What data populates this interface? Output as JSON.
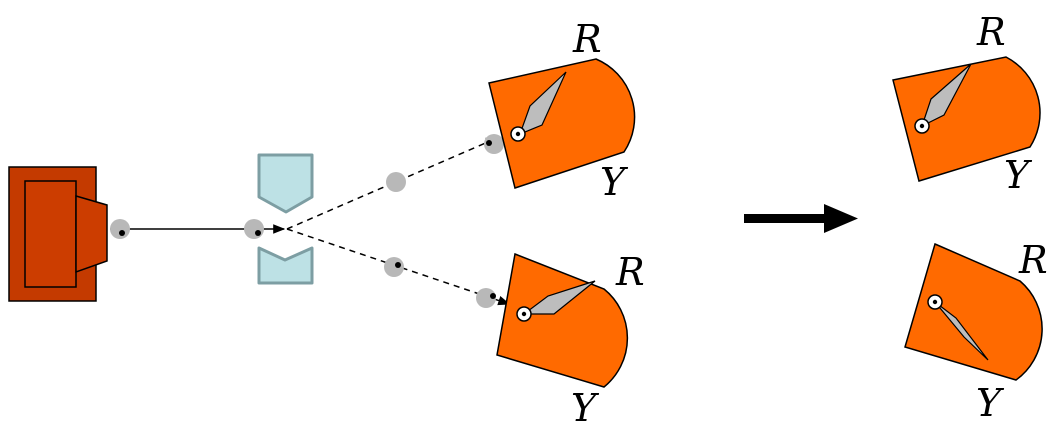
{
  "colors": {
    "source_dark": "#c43a00",
    "source_light": "#cc3d00",
    "detector": "#ff6a00",
    "filter": "#bde1e5",
    "filter_stroke": "#7d9ea3",
    "needle": "#bdbdbd",
    "particle": "#b8b8b8",
    "ink": "#000000"
  },
  "detectors": [
    {
      "id": "top-left",
      "label_r": "R",
      "label_y": "Y"
    },
    {
      "id": "bottom-left",
      "label_r": "R",
      "label_y": "Y"
    },
    {
      "id": "top-right",
      "label_r": "R",
      "label_y": "Y"
    },
    {
      "id": "bottom-right",
      "label_r": "R",
      "label_y": "Y"
    }
  ],
  "icons": {
    "source": "particle-source-icon",
    "filter": "filter-icon",
    "particle": "particle-icon",
    "arrow": "right-arrow-icon"
  }
}
